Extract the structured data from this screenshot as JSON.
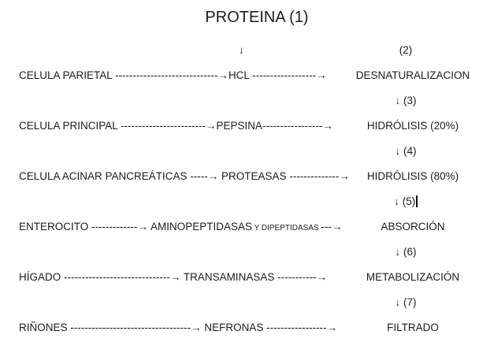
{
  "title": "PROTEINA (1)",
  "colors": {
    "background": "#ffffff",
    "text": "#1c1c1c"
  },
  "diagram": {
    "top_marker": {
      "down_arrow": "↓",
      "step_number": "(2)"
    },
    "text_cursor_visible": true,
    "flow_rows": [
      {
        "left": "CELULA PARIETAL ",
        "dash1": "-----------------------------→",
        "mid": "HCL ",
        "mid_small": "",
        "dash2": "------------------→",
        "right": "DESNATURALIZACION"
      },
      {
        "left": "CELULA PRINCIPAL ",
        "dash1": "------------------------→",
        "mid": "PEPSINA",
        "mid_small": "",
        "dash2": "-----------------→",
        "right": "HIDRÓLISIS (20%)"
      },
      {
        "left": "CELULA ACINAR PANCREÁTICAS ",
        "dash1": "-----→ ",
        "mid": "PROTEASAS ",
        "mid_small": "",
        "dash2": "--------------→",
        "right": "HIDRÓLISIS (80%)"
      },
      {
        "left": "ENTEROCITO ",
        "dash1": "-------------→ ",
        "mid": "AMINOPEPTIDASAS",
        "mid_small": " Y DIPEPTIDASAS ",
        "dash2": "---→",
        "right": "ABSORCIÓN"
      },
      {
        "left": "HÍGADO ",
        "dash1": "------------------------------→ ",
        "mid": "TRANSAMINASAS ",
        "mid_small": "",
        "dash2": "-----------→",
        "right": "METABOLIZACIÓN"
      },
      {
        "left": "RIÑONES ",
        "dash1": "----------------------------------→ ",
        "mid": "NEFRONAS ",
        "mid_small": "",
        "dash2": "-----------------→",
        "right": "FILTRADO"
      }
    ],
    "step_markers": [
      {
        "label": "↓ (3)"
      },
      {
        "label": "↓ (4)"
      },
      {
        "label": "↓ (5)"
      },
      {
        "label": "↓ (6)"
      },
      {
        "label": "↓ (7)"
      }
    ]
  }
}
